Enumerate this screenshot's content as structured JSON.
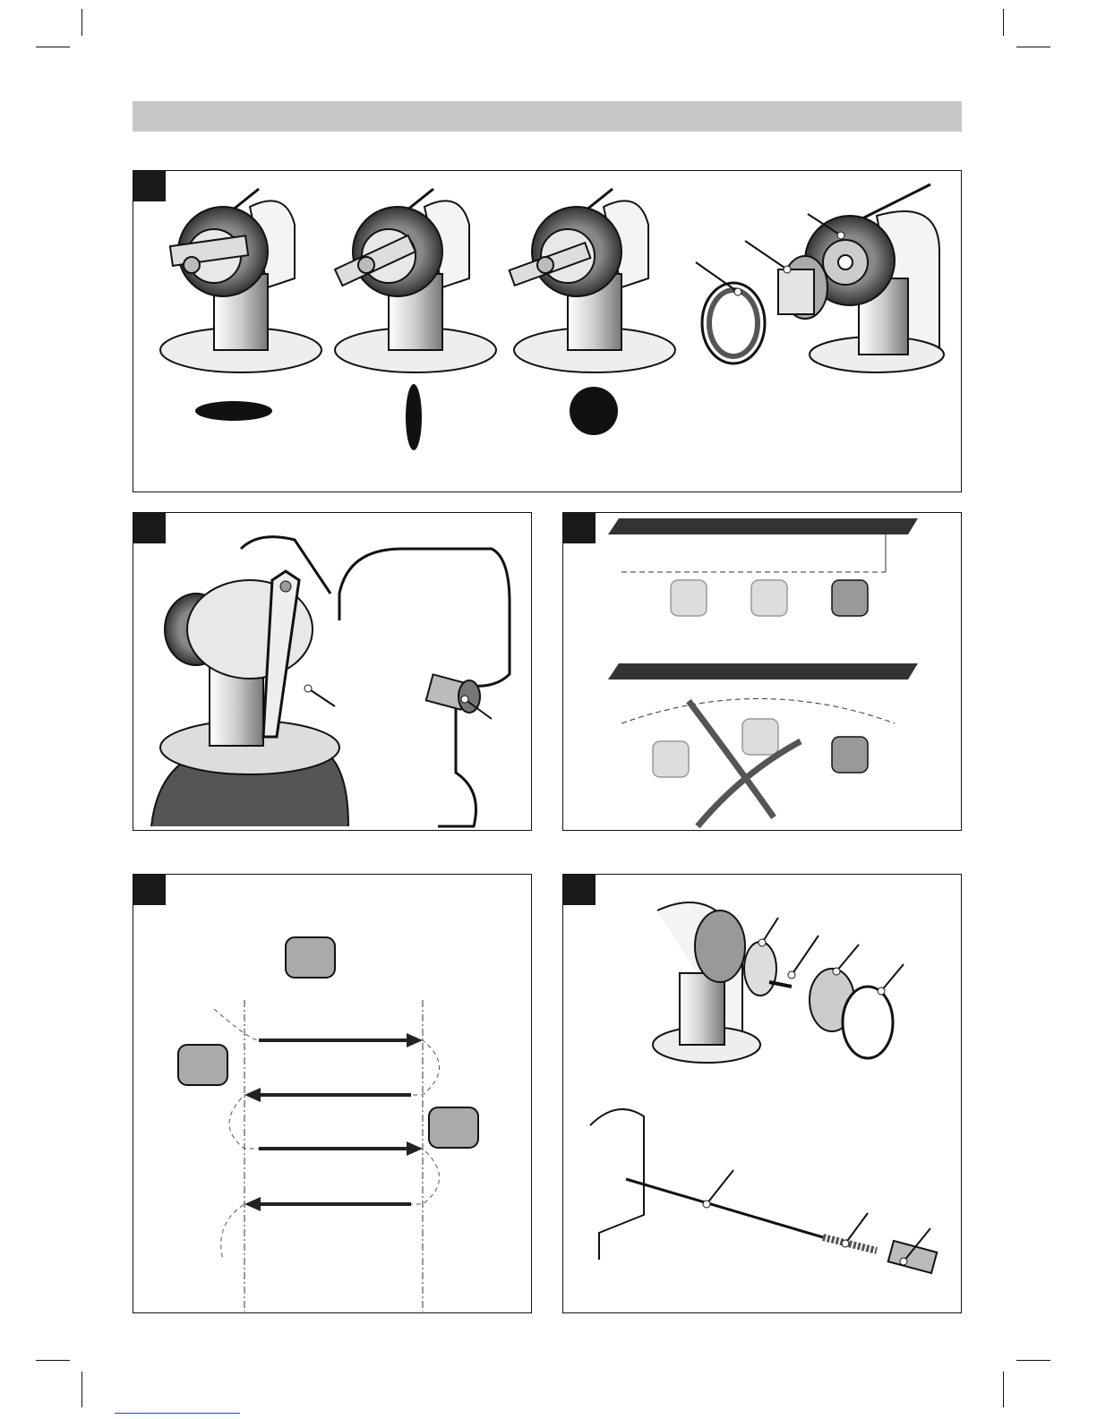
{
  "page": {
    "header_bar_color": "#c8c8c8",
    "badge_color": "#1a1a1a",
    "stroke_color": "#111111"
  },
  "panels": [
    {
      "id": "fig1",
      "content": "nozzle-settings-and-assembly",
      "spray_patterns": [
        "horizontal-ellipse",
        "vertical-ellipse",
        "circle"
      ]
    },
    {
      "id": "fig2",
      "content": "spray-gun-trigger-and-adjuster"
    },
    {
      "id": "fig3",
      "content": "correct-and-incorrect-spray-distance"
    },
    {
      "id": "fig4",
      "content": "spray-stroke-technique"
    },
    {
      "id": "fig5",
      "content": "nozzle-and-needle-disassembly"
    }
  ]
}
